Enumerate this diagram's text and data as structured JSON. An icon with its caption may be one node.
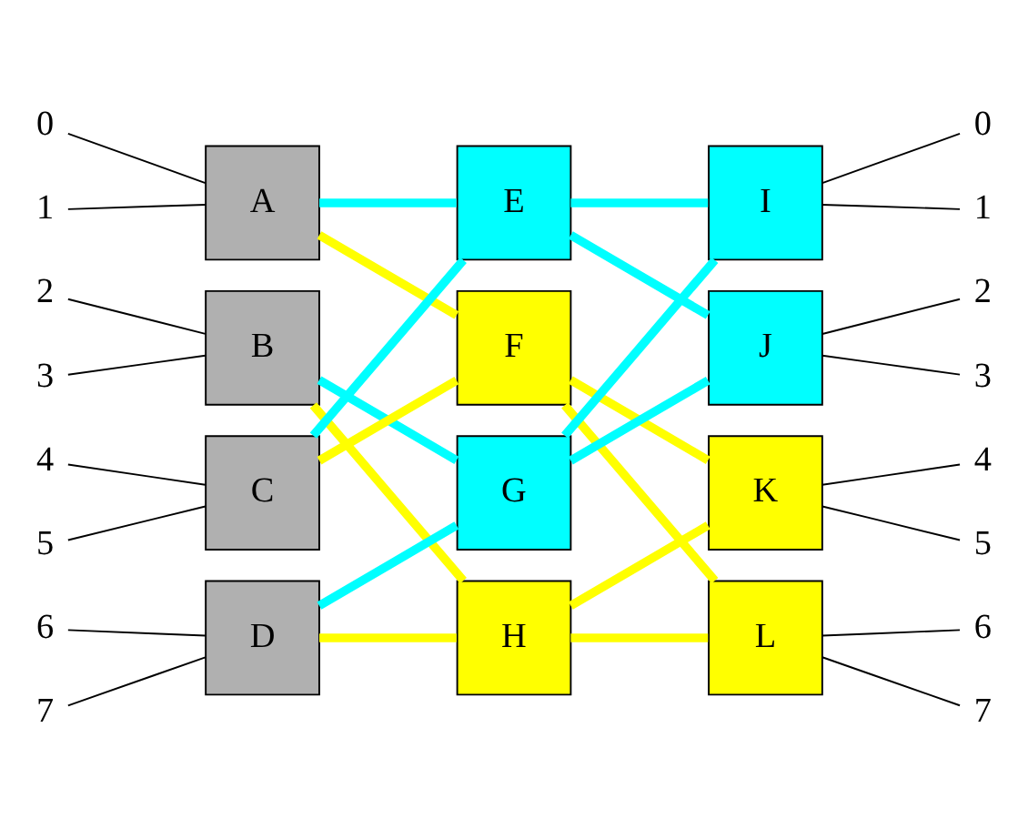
{
  "diagram": {
    "nodes": [
      {
        "text": [
          "0"
        ]
      },
      {
        "text": [
          "1"
        ]
      },
      {
        "text": [
          "2"
        ]
      },
      {
        "text": [
          "3"
        ]
      },
      {
        "text": [
          "4"
        ]
      },
      {
        "text": [
          "5"
        ]
      },
      {
        "text": [
          "6"
        ]
      },
      {
        "text": [
          "7"
        ]
      },
      {
        "text": [
          "A"
        ]
      },
      {
        "text": [
          "B"
        ]
      },
      {
        "text": [
          "C"
        ]
      },
      {
        "text": [
          "D"
        ]
      },
      {
        "text": [
          "E"
        ]
      },
      {
        "text": [
          "F"
        ]
      },
      {
        "text": [
          "G"
        ]
      },
      {
        "text": [
          "H"
        ]
      },
      {
        "text": [
          "I"
        ]
      },
      {
        "text": [
          "J"
        ]
      },
      {
        "text": [
          "K"
        ]
      },
      {
        "text": [
          "L"
        ]
      },
      {
        "text": [
          "0"
        ]
      },
      {
        "text": [
          "1"
        ]
      },
      {
        "text": [
          "2"
        ]
      },
      {
        "text": [
          "3"
        ]
      },
      {
        "text": [
          "4"
        ]
      },
      {
        "text": [
          "5"
        ]
      },
      {
        "text": [
          "6"
        ]
      },
      {
        "text": [
          "7"
        ]
      }
    ],
    "edges": [
      {
        "from": 0,
        "to": 8,
        "arrow": "none"
      },
      {
        "from": 1,
        "to": 8,
        "arrow": "none"
      },
      {
        "from": 2,
        "to": 9,
        "arrow": "none"
      },
      {
        "from": 3,
        "to": 9,
        "arrow": "none"
      },
      {
        "from": 4,
        "to": 10,
        "arrow": "none"
      },
      {
        "from": 5,
        "to": 10,
        "arrow": "none"
      },
      {
        "from": 6,
        "to": 11,
        "arrow": "none"
      },
      {
        "from": 7,
        "to": 11,
        "arrow": "none"
      },
      {
        "from": 8,
        "to": 12,
        "arrow": "none",
        "style": "thick",
        "color": "#00ffff"
      },
      {
        "from": 8,
        "to": 13,
        "arrow": "none",
        "style": "thick",
        "color": "#ffff00"
      },
      {
        "from": 9,
        "to": 14,
        "arrow": "none",
        "style": "thick",
        "color": "#00ffff"
      },
      {
        "from": 9,
        "to": 15,
        "arrow": "none",
        "style": "thick",
        "color": "#ffff00"
      },
      {
        "from": 10,
        "to": 12,
        "arrow": "none",
        "style": "thick",
        "color": "#00ffff"
      },
      {
        "from": 10,
        "to": 13,
        "arrow": "none",
        "style": "thick",
        "color": "#ffff00"
      },
      {
        "from": 11,
        "to": 14,
        "arrow": "none",
        "style": "thick",
        "color": "#00ffff"
      },
      {
        "from": 11,
        "to": 15,
        "arrow": "none",
        "style": "thick",
        "color": "#ffff00"
      },
      {
        "from": 12,
        "to": 16,
        "arrow": "none",
        "style": "thick",
        "color": "#00ffff"
      },
      {
        "from": 12,
        "to": 17,
        "arrow": "none",
        "style": "thick",
        "color": "#00ffff"
      },
      {
        "from": 13,
        "to": 18,
        "arrow": "none",
        "style": "thick",
        "color": "#ffff00"
      },
      {
        "from": 13,
        "to": 19,
        "arrow": "none",
        "style": "thick",
        "color": "#ffff00"
      },
      {
        "from": 14,
        "to": 16,
        "arrow": "none",
        "style": "thick",
        "color": "#00ffff"
      },
      {
        "from": 14,
        "to": 17,
        "arrow": "none",
        "style": "thick",
        "color": "#00ffff"
      },
      {
        "from": 15,
        "to": 18,
        "arrow": "none",
        "style": "thick",
        "color": "#ffff00"
      },
      {
        "from": 15,
        "to": 19,
        "arrow": "none",
        "style": "thick",
        "color": "#ffff00"
      },
      {
        "from": 16,
        "to": 20,
        "arrow": "none"
      },
      {
        "from": 16,
        "to": 21,
        "arrow": "none"
      },
      {
        "from": 17,
        "to": 22,
        "arrow": "none"
      },
      {
        "from": 17,
        "to": 23,
        "arrow": "none"
      },
      {
        "from": 18,
        "to": 24,
        "arrow": "none"
      },
      {
        "from": 18,
        "to": 25,
        "arrow": "none"
      },
      {
        "from": 19,
        "to": 26,
        "arrow": "none"
      },
      {
        "from": 19,
        "to": 27,
        "arrow": "none"
      }
    ]
  }
}
